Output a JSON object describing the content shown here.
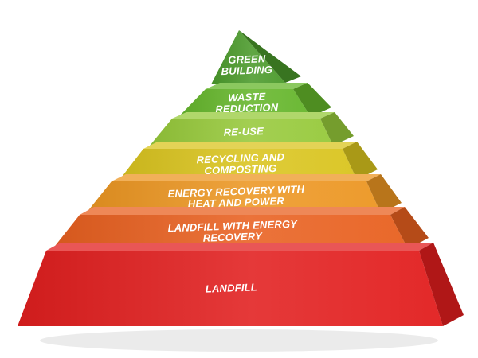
{
  "pyramid": {
    "tiers": [
      {
        "lines": [
          "GREEN",
          "BUILDING"
        ],
        "color": "#4a9a2a"
      },
      {
        "lines": [
          "WASTE",
          "REDUCTION"
        ],
        "color": "#64b52a"
      },
      {
        "lines": [
          "RE-USE"
        ],
        "color": "#96c93a"
      },
      {
        "lines": [
          "RECYCLING AND",
          "COMPOSTING"
        ],
        "color": "#d9c41e"
      },
      {
        "lines": [
          "ENERGY RECOVERY WITH",
          "HEAT AND POWER"
        ],
        "color": "#ec9622"
      },
      {
        "lines": [
          "LANDFILL WITH ENERGY",
          "RECOVERY"
        ],
        "color": "#e8601f"
      },
      {
        "lines": [
          "LANDFILL"
        ],
        "color": "#e11e1e"
      }
    ]
  }
}
